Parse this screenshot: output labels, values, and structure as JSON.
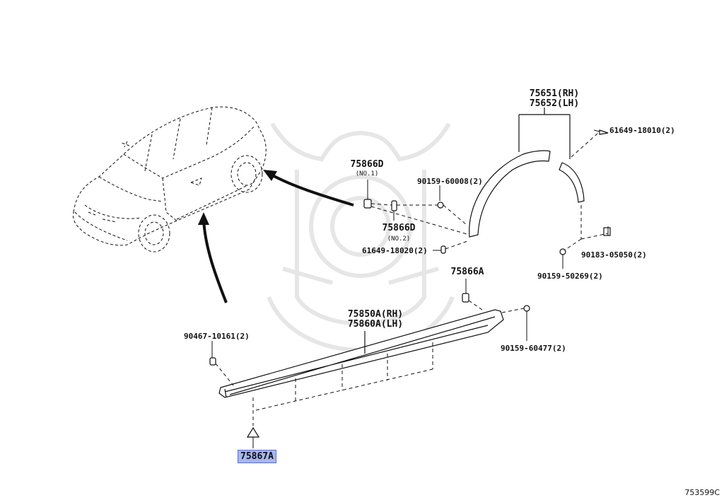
{
  "labels": {
    "fender_liner_rh": "75651(RH)",
    "fender_liner_lh": "75652(LH)",
    "clip_61649_18010": "61649-18010(2)",
    "clip_75866d": "75866D",
    "clip_75866d_no1": "(NO.1)",
    "screw_90159_60008": "90159-60008(2)",
    "clip_75866d_b": "75866D",
    "clip_75866d_no2": "(NO.2)",
    "clip_61649_18020": "61649-18020(2)",
    "clip_90183_05050": "90183-05050(2)",
    "screw_90159_50269": "90159-50269(2)",
    "clip_75866a": "75866A",
    "rocker_rh": "75850A(RH)",
    "rocker_lh": "75860A(LH)",
    "clip_90467_10161": "90467-10161(2)",
    "screw_90159_60477": "90159-60477(2)",
    "highlighted_part": "75867A",
    "diagram_code": "753599C"
  },
  "colors": {
    "line": "#111111",
    "highlight_bg": "#a9b6f0",
    "highlight_border": "#5c6fcf",
    "watermark": "#e6e6e6"
  }
}
